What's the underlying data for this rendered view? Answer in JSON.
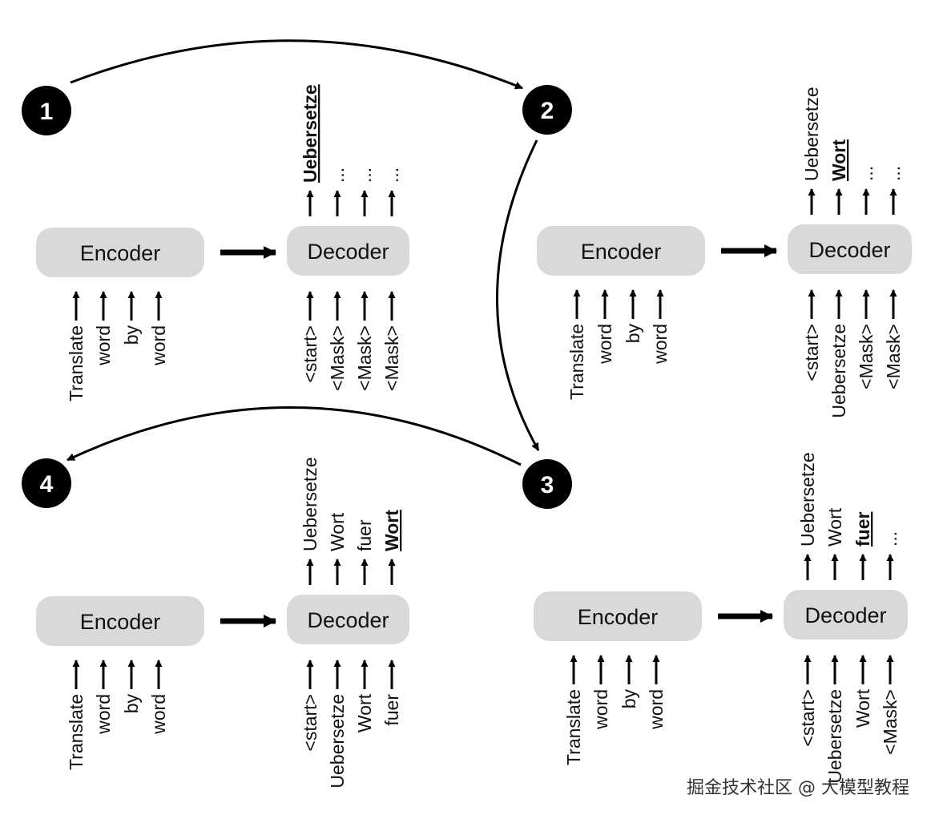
{
  "labels": {
    "encoder": "Encoder",
    "decoder": "Decoder"
  },
  "panels": [
    {
      "step": "1",
      "encoder_inputs": [
        "Translate",
        "word",
        "by",
        "word"
      ],
      "decoder_inputs": [
        "<start>",
        "<Mask>",
        "<Mask>",
        "<Mask>"
      ],
      "decoder_outputs": [
        "Uebersetze",
        "...",
        "...",
        "..."
      ],
      "highlight_output_index": 0
    },
    {
      "step": "2",
      "encoder_inputs": [
        "Translate",
        "word",
        "by",
        "word"
      ],
      "decoder_inputs": [
        "<start>",
        "Uebersetze",
        "<Mask>",
        "<Mask>"
      ],
      "decoder_outputs": [
        "Uebersetze",
        "Wort",
        "...",
        "..."
      ],
      "highlight_output_index": 1
    },
    {
      "step": "4",
      "encoder_inputs": [
        "Translate",
        "word",
        "by",
        "word"
      ],
      "decoder_inputs": [
        "<start>",
        "Uebersetze",
        "Wort",
        "fuer"
      ],
      "decoder_outputs": [
        "Uebersetze",
        "Wort",
        "fuer",
        "Wort"
      ],
      "highlight_output_index": 3
    },
    {
      "step": "3",
      "encoder_inputs": [
        "Translate",
        "word",
        "by",
        "word"
      ],
      "decoder_inputs": [
        "<start>",
        "Uebersetze",
        "Wort",
        "<Mask>"
      ],
      "decoder_outputs": [
        "Uebersetze",
        "Wort",
        "fuer",
        "..."
      ],
      "highlight_output_index": 2
    }
  ],
  "watermark": "掘金技术社区 @ 大模型教程"
}
